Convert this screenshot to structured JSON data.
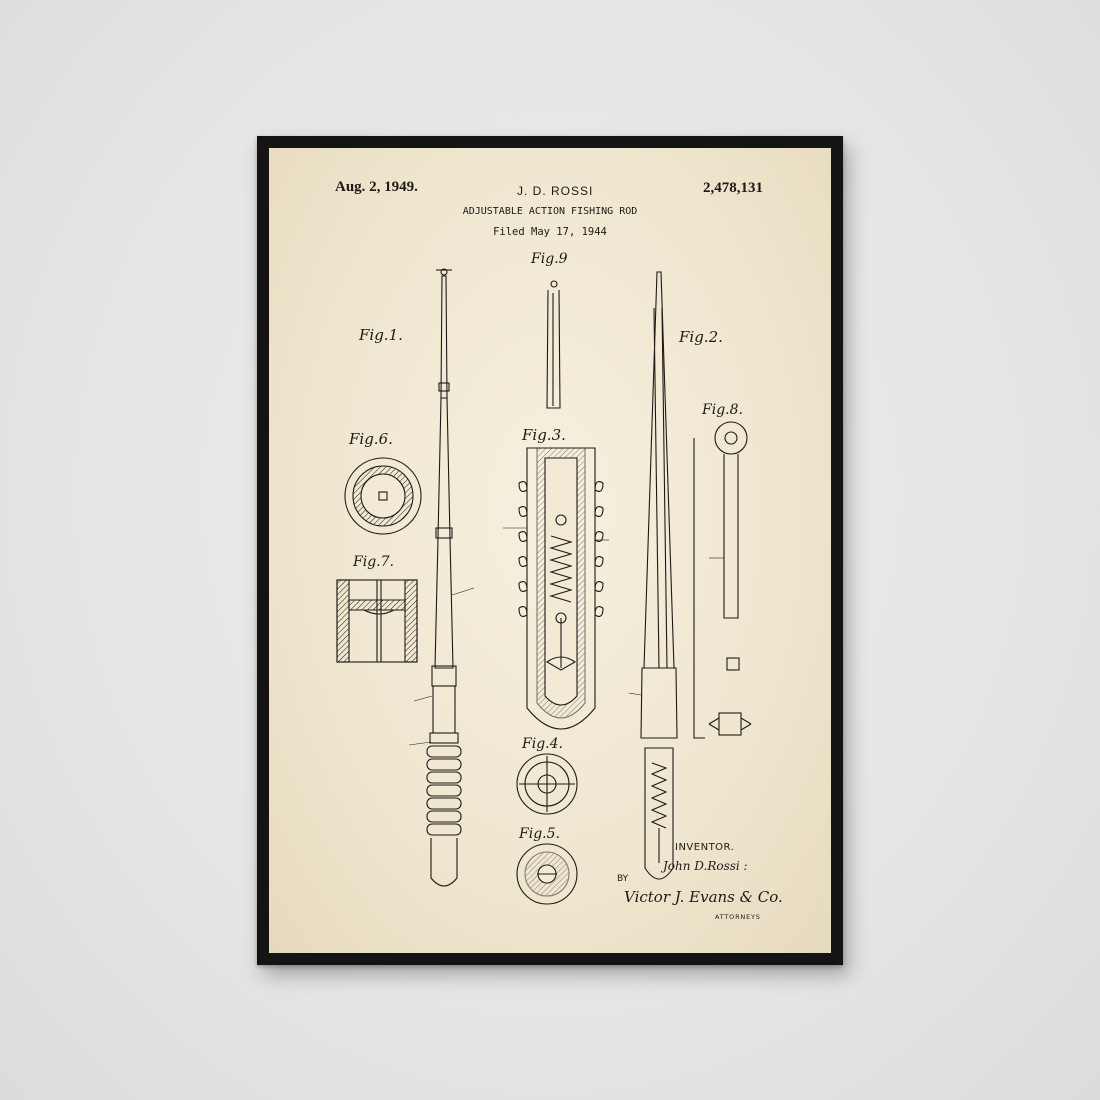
{
  "poster": {
    "date": "Aug. 2, 1949.",
    "inventor_header": "J. D. ROSSI",
    "patent_number": "2,478,131",
    "title": "ADJUSTABLE ACTION FISHING ROD",
    "filed": "Filed May 17, 1944"
  },
  "figures": {
    "fig1": "Fig.1.",
    "fig2": "Fig.2.",
    "fig3": "Fig.3.",
    "fig4": "Fig.4.",
    "fig5": "Fig.5.",
    "fig6": "Fig.6.",
    "fig7": "Fig.7.",
    "fig8": "Fig.8.",
    "fig9": "Fig.9"
  },
  "signature": {
    "inventor_label": "INVENTOR.",
    "inventor_name": "John D.Rossi :",
    "by": "BY",
    "attorney_name": "Victor J. Evans & Co.",
    "attorneys_label": "ATTORNEYS"
  },
  "colors": {
    "ink": "#1d1a16",
    "paper": "#f3ecd8",
    "frame": "#141414",
    "wall": "#e7e6e4"
  }
}
